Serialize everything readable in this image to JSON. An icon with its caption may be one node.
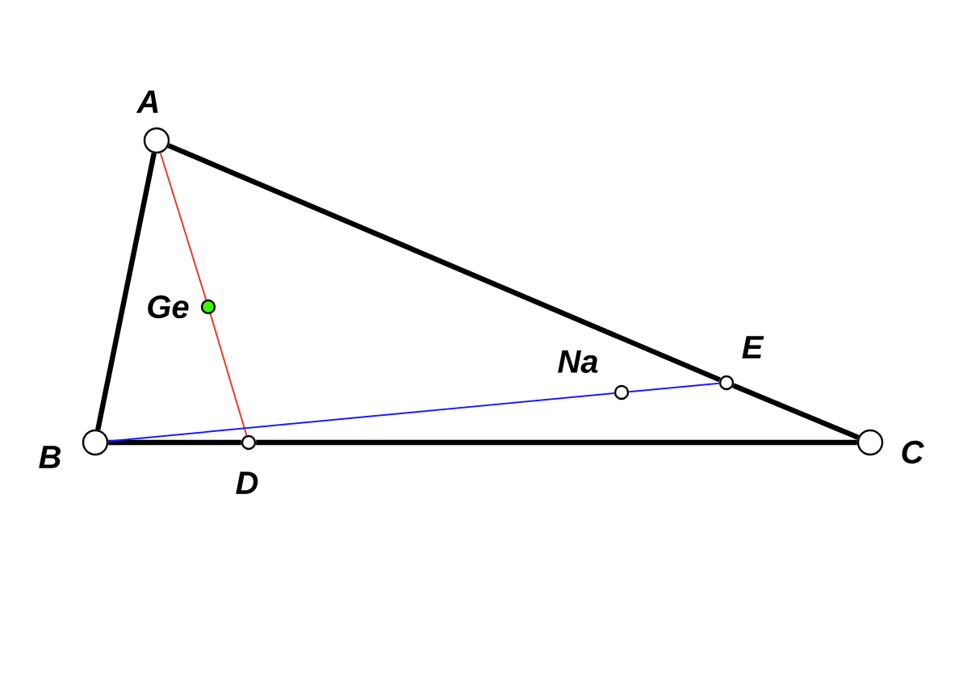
{
  "diagram": {
    "nodes": [
      {
        "text": [],
        "shape": "circle",
        "beside": [
          "A"
        ]
      },
      {
        "text": [],
        "shape": "circle",
        "beside": [
          "B"
        ]
      },
      {
        "text": [],
        "shape": "circle",
        "beside": [
          "C"
        ]
      },
      {
        "text": [],
        "shape": "circle",
        "beside": [
          "D"
        ]
      },
      {
        "text": [],
        "shape": "circle",
        "beside": [
          "E"
        ]
      },
      {
        "text": [],
        "shape": "circle",
        "beside": [
          "Ge"
        ]
      },
      {
        "text": [],
        "shape": "circle",
        "beside": [
          "Na"
        ]
      }
    ],
    "edges": [
      {
        "from": 0,
        "to": 1,
        "arrow": "none"
      },
      {
        "from": 1,
        "to": 3,
        "arrow": "none"
      },
      {
        "from": 3,
        "to": 2,
        "arrow": "none"
      },
      {
        "from": 0,
        "to": 4,
        "arrow": "none"
      },
      {
        "from": 4,
        "to": 2,
        "arrow": "none"
      },
      {
        "from": 0,
        "to": 5,
        "arrow": "none",
        "color": "#e8392a"
      },
      {
        "from": 5,
        "to": 3,
        "arrow": "none",
        "color": "#e8392a"
      },
      {
        "from": 1,
        "to": 6,
        "arrow": "none",
        "color": "#1a1aff"
      },
      {
        "from": 6,
        "to": 4,
        "arrow": "none",
        "color": "#1a1aff"
      }
    ]
  }
}
